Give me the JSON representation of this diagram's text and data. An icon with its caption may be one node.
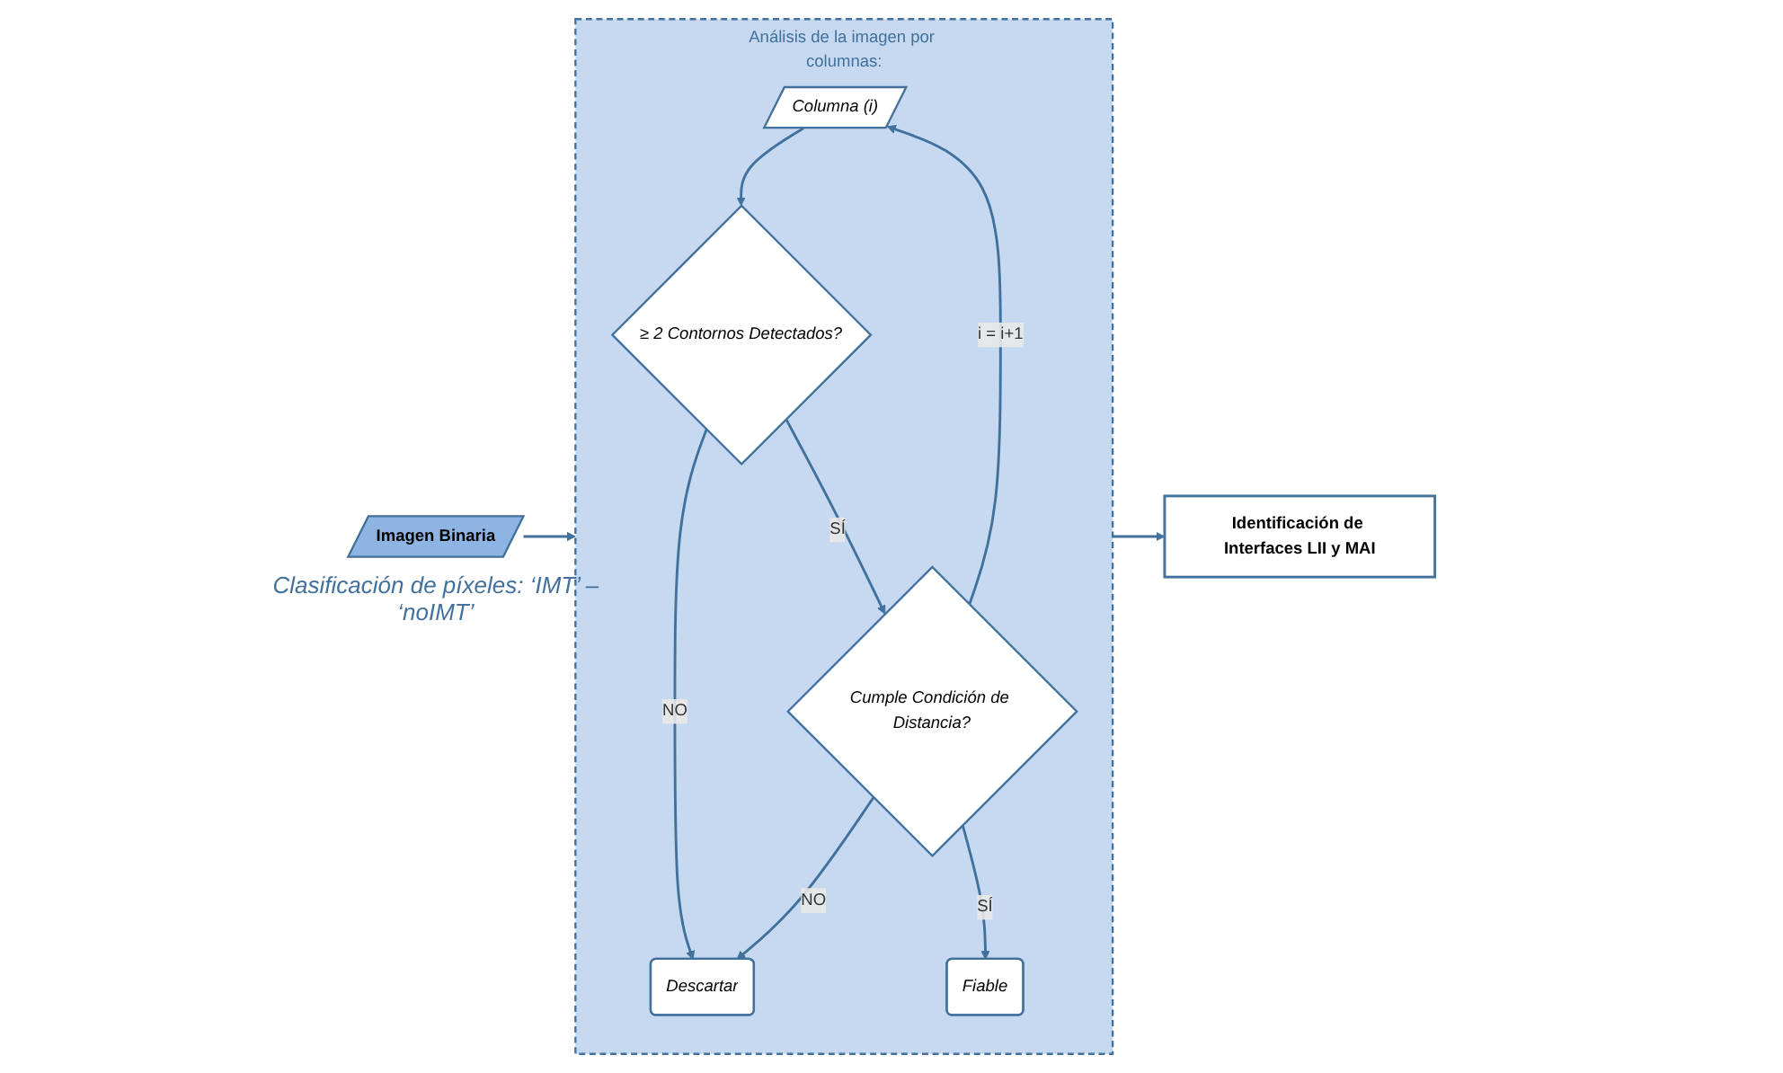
{
  "diagram": {
    "nodes": [
      {
        "text": [
          "Imagen Binaria"
        ],
        "beside": [
          "Clasificación de píxeles: ‘IMT’ – ‘noIMT’"
        ]
      },
      {
        "text": [
          "Análisis de la imagen por columnas:"
        ]
      },
      {
        "text": [
          "Columna (i)"
        ],
        "in": 1
      },
      {
        "text": [
          "≥ 2 Contornos Detectados?"
        ],
        "in": 1
      },
      {
        "text": [
          "Descartar"
        ],
        "in": 1
      },
      {
        "text": [
          "Cumple Condición de Distancia?"
        ],
        "in": 1
      },
      {
        "text": [
          "Fiable"
        ],
        "in": 1
      },
      {
        "text": [
          "Identificación de Interfaces LII y MAI"
        ]
      }
    ],
    "edges": [
      {
        "from": 0,
        "to": 1,
        "arrow": "to"
      },
      {
        "from": 1,
        "to": 7,
        "arrow": "to"
      },
      {
        "from": 2,
        "to": 3,
        "arrow": "to"
      },
      {
        "from": 3,
        "to": 4,
        "arrow": "to",
        "label": "NO"
      },
      {
        "from": 3,
        "to": 5,
        "arrow": "to",
        "label": "SÍ"
      },
      {
        "from": 5,
        "to": 4,
        "arrow": "to",
        "label": "NO"
      },
      {
        "from": 5,
        "to": 6,
        "arrow": "to",
        "label": "SÍ"
      },
      {
        "from": 5,
        "to": 2,
        "arrow": "to",
        "label": "i = i+1"
      }
    ]
  }
}
